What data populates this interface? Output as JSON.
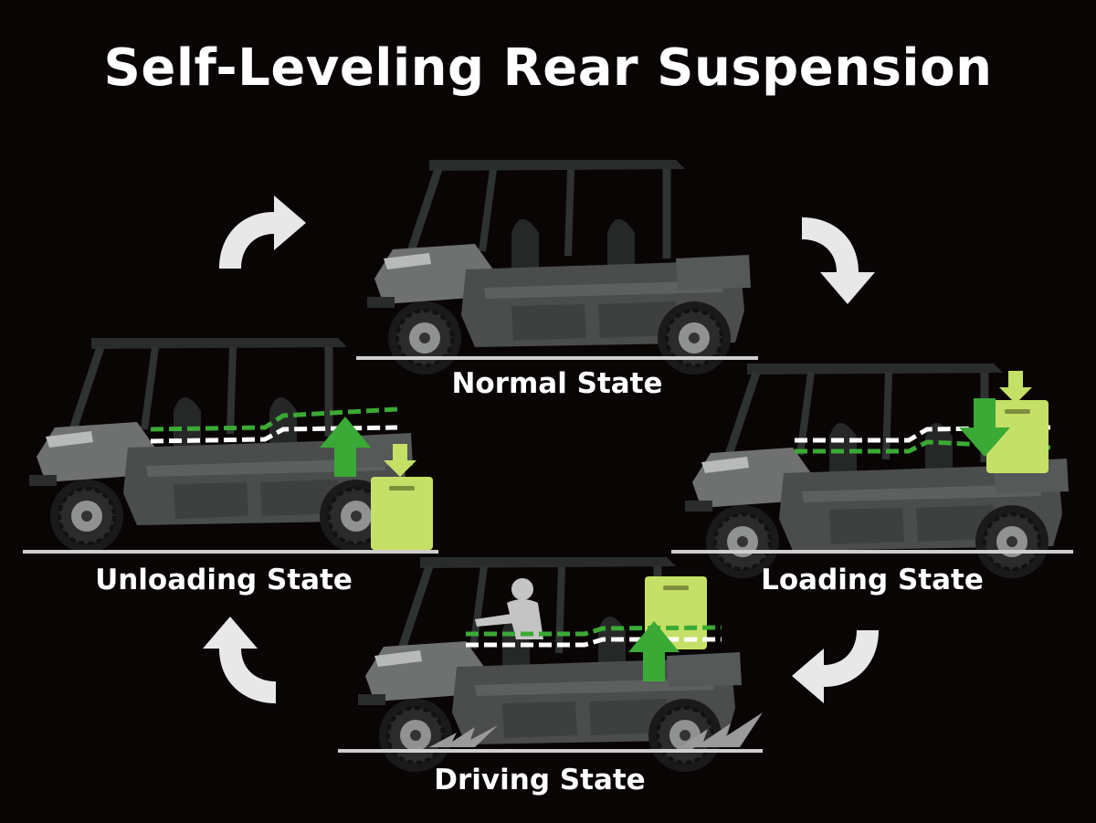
{
  "title": "Self-Leveling Rear Suspension",
  "states": {
    "normal": "Normal State",
    "loading": "Loading State",
    "driving": "Driving State",
    "unloading": "Unloading State"
  },
  "colors": {
    "background": "#0a0505",
    "vehicle_body": "#4a4d4c",
    "cargo_box": "#c5e066",
    "up_down_arrow": "#3aa935",
    "cycle_arrow": "#e8e8e8",
    "ground_line": "#cfcfcf"
  },
  "icons": [
    "curved-arrow-icon",
    "down-arrow-icon",
    "up-arrow-icon",
    "cargo-box-icon",
    "utv-vehicle-icon",
    "driver-icon"
  ]
}
